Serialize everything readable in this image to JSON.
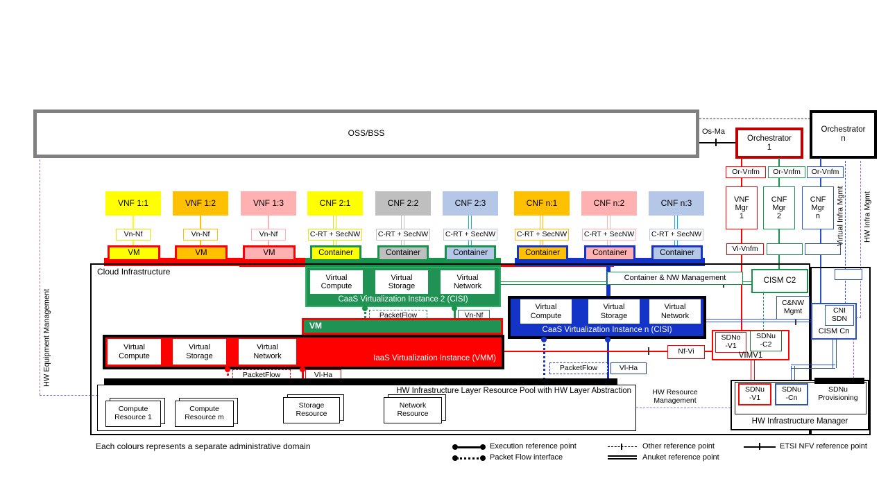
{
  "colors": {
    "red": "#ff0000",
    "dark_red": "#c00000",
    "green": "#17934d",
    "green_fill": "#1f9254",
    "blue": "#1434c8",
    "mid_blue": "#2a50c8",
    "cyan": "#00b0f0",
    "yellow": "#ffff00",
    "orange": "#ffc000",
    "pink": "#ffb0b0",
    "gray": "#bfbfbf",
    "light_blue": "#b4c7e7",
    "purple": "#9a6dd7",
    "dark_green": "#2e6b2e",
    "oss_border": "#808080"
  },
  "top": {
    "oss_bss": "OSS/BSS",
    "os_ma": "Os-Ma",
    "orchestrator_1": "Orchestrator\n1",
    "orchestrator_n": "Orchestrator\nn"
  },
  "mgmt": {
    "or_vnfm_1": "Or-Vnfm",
    "or_vnfm_2": "Or-Vnfm",
    "or_vnfm_n": "Or-Vnfm",
    "vnf_mgr_1": "VNF\nMgr\n1",
    "cnf_mgr_2": "CNF\nMgr\n2",
    "cnf_mgr_n": "CNF\nMgr\nn",
    "vi_vnfm": "Vi-Vnfm"
  },
  "side": {
    "hw_equipment": "HW Equipment Management",
    "virtual_infra": "Virtual Infra Mgmt",
    "hw_infra": "HW Infra Mgmt",
    "hw_resource": "HW Resource\nManagement"
  },
  "nf": [
    {
      "name": "VNF 1:1",
      "ref": "Vn-Nf",
      "host": "VM"
    },
    {
      "name": "VNF 1:2",
      "ref": "Vn-Nf",
      "host": "VM"
    },
    {
      "name": "VNF 1:3",
      "ref": "Vn-Nf",
      "host": "VM"
    },
    {
      "name": "CNF 2:1",
      "ref": "C-RT + SecNW",
      "host": "Container"
    },
    {
      "name": "CNF 2:2",
      "ref": "C-RT + SecNW",
      "host": "Container"
    },
    {
      "name": "CNF 2:3",
      "ref": "C-RT + SecNW",
      "host": "Container"
    },
    {
      "name": "CNF n:1",
      "ref": "C-RT + SecNW",
      "host": "Container"
    },
    {
      "name": "CNF n:2",
      "ref": "C-RT + SecNW",
      "host": "Container"
    },
    {
      "name": "CNF n:3",
      "ref": "C-RT + SecNW",
      "host": "Container"
    }
  ],
  "cloud": {
    "title": "Cloud  Infrastructure",
    "caas2": {
      "compute": "Virtual\nCompute",
      "storage": "Virtual\nStorage",
      "network": "Virtual\nNetwork",
      "label": "CaaS Virtualization Instance 2 (CISI)",
      "packetflow": "PacketFlow",
      "vn_nf": "Vn-Nf"
    },
    "vm_bar": "VM",
    "iaas": {
      "compute": "Virtual\nCompute",
      "storage": "Virtual\nStorage",
      "network": "Virtual\nNetwork",
      "label": "IaaS Virtualization Instance (VMM)",
      "packetflow": "PacketFlow",
      "vl_ha": "Vl-Ha"
    },
    "caasn": {
      "compute": "Virtual\nCompute",
      "storage": "Virtual\nStorage",
      "network": "Virtual\nNetwork",
      "label": "CaaS Virtualization Instance n (CISI)",
      "packetflow": "PacketFlow",
      "vl_ha": "Vl-Ha"
    },
    "container_nw": "Container & NW  Management",
    "nf_vi": "Nf-Vi",
    "pool": {
      "title": "HW Infrastructure Layer Resource Pool with HW Layer Abstraction",
      "r1": "Compute\nResource 1",
      "r2": "Compute\nResource m",
      "r3": "Storage\nResource",
      "r4": "Network\nResource"
    }
  },
  "right": {
    "cism_c2": "CISM C2",
    "cnw_mgmt": "C&NW\nMgmt",
    "cni_sdn": "CNI\nSDN",
    "cism_cn": "CISM Cn",
    "sdno_v1": "SDNo\n-V1",
    "sdnu_c2": "SDNu\n-C2",
    "vimv1": "VIMV1",
    "sdnu_v1": "SDNu\n-V1",
    "sdnu_cn": "SDNu\n-Cn",
    "sdnu_provisioning": "SDNu\nProvisioning",
    "hw_manager": "HW Infrastructure Manager"
  },
  "legend": {
    "execution": "Execution reference point",
    "packet_flow": "Packet Flow interface",
    "other": "Other reference point",
    "anuket": "Anuket reference point",
    "etsi": "ETSI NFV reference point"
  },
  "footnote": "Each colours represents a separate administrative domain"
}
